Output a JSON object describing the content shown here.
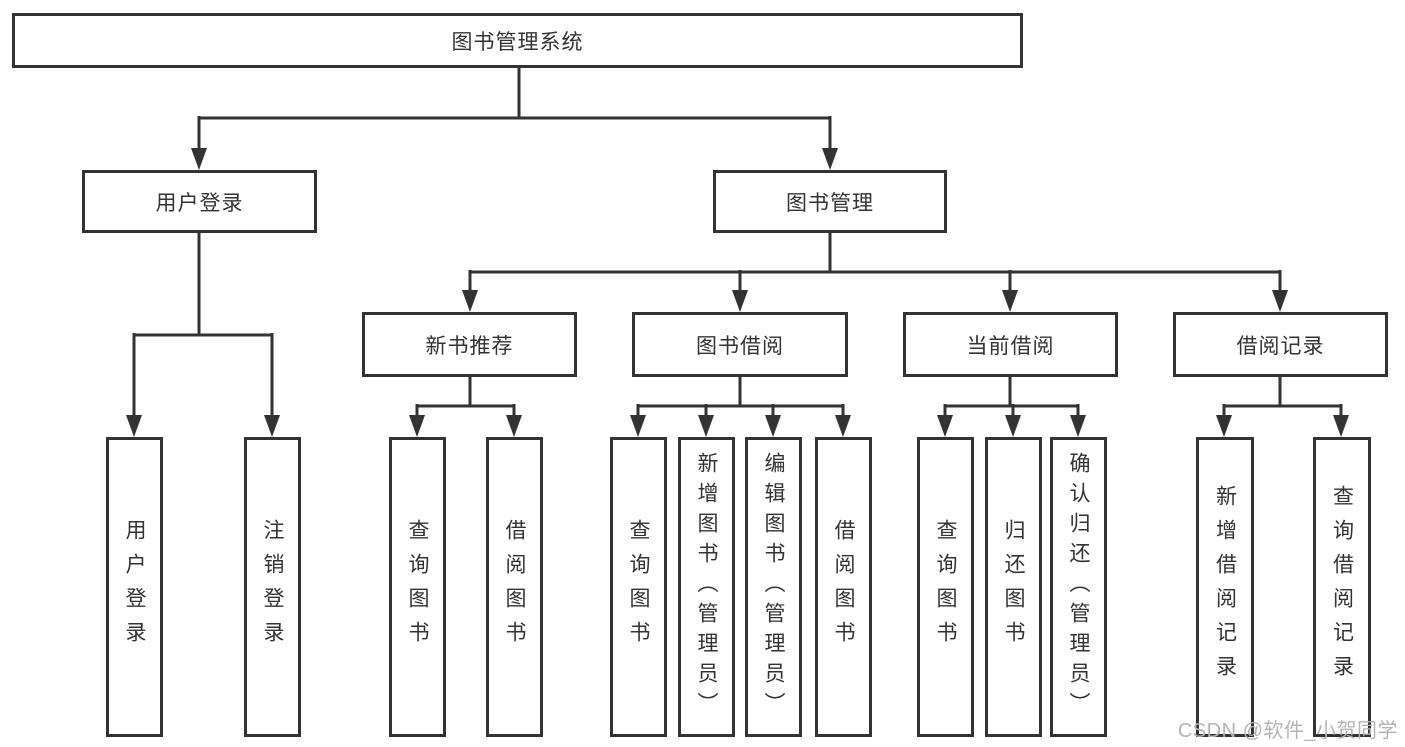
{
  "tree": {
    "label": "图书管理系统",
    "children": [
      {
        "label": "用户登录",
        "children": [
          {
            "label": "用户登录"
          },
          {
            "label": "注销登录"
          }
        ]
      },
      {
        "label": "图书管理",
        "children": [
          {
            "label": "新书推荐",
            "children": [
              {
                "label": "查询图书"
              },
              {
                "label": "借阅图书"
              }
            ]
          },
          {
            "label": "图书借阅",
            "children": [
              {
                "label": "查询图书"
              },
              {
                "label": "新增图书（管理员）"
              },
              {
                "label": "编辑图书（管理员）"
              },
              {
                "label": "借阅图书"
              }
            ]
          },
          {
            "label": "当前借阅",
            "children": [
              {
                "label": "查询图书"
              },
              {
                "label": "归还图书"
              },
              {
                "label": "确认归还（管理员）"
              }
            ]
          },
          {
            "label": "借阅记录",
            "children": [
              {
                "label": "新增借阅记录"
              },
              {
                "label": "查询借阅记录"
              }
            ]
          }
        ]
      }
    ]
  },
  "watermark": "CSDN @软件_小贺同学",
  "colors": {
    "line": "#333333",
    "box_border": "#333333",
    "text": "#333333",
    "background": "#ffffff",
    "watermark": "#b4b4b4"
  }
}
